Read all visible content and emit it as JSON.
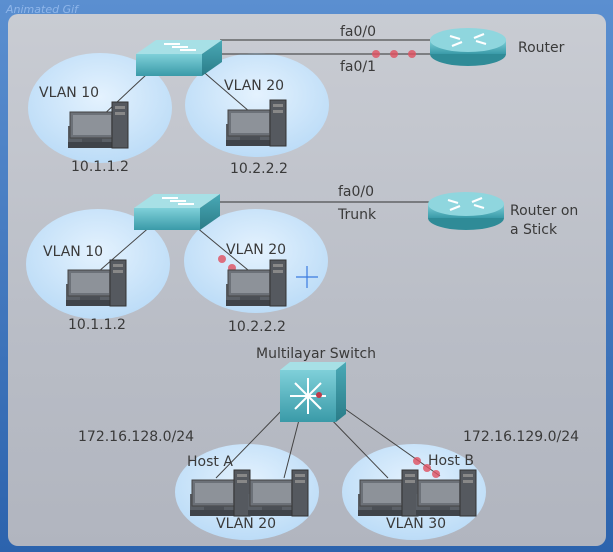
{
  "header": {
    "label": "Animated Gif"
  },
  "colors": {
    "vlan_bubble": "#cfe6fb",
    "device": "#4fb0bd",
    "link_highlight": "#e05060",
    "panel": "#bfc2ca"
  },
  "diagram1": {
    "vlan_a": "VLAN 10",
    "vlan_b": "VLAN 20",
    "ip_a": "10.1.1.2",
    "ip_b": "10.2.2.2",
    "link_top": "fa0/0",
    "link_bottom": "fa0/1",
    "router_label": "Router"
  },
  "diagram2": {
    "vlan_a": "VLAN 10",
    "vlan_b": "VLAN 20",
    "ip_a": "10.1.1.2",
    "ip_b": "10.2.2.2",
    "link_label": "fa0/0",
    "trunk_label": "Trunk",
    "router_line1": "Router on",
    "router_line2": "a Stick"
  },
  "diagram3": {
    "switch_label": "Multilayar Switch",
    "subnet_left": "172.16.128.0/24",
    "subnet_right": "172.16.129.0/24",
    "host_a": "Host A",
    "host_b": "Host B",
    "vlan_left": "VLAN 20",
    "vlan_right": "VLAN 30"
  }
}
